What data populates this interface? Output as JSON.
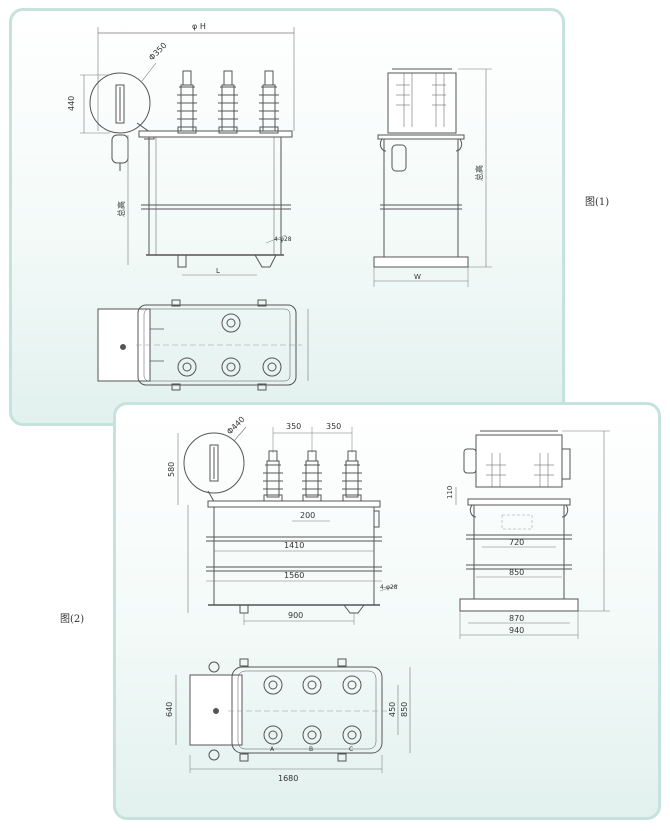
{
  "figure_labels": {
    "fig1": "图(1)",
    "fig2": "图(2)"
  },
  "fig1_dims": {
    "width_top": "φ H",
    "conservator_dia": "Φ350",
    "conservator_height": "440",
    "height_left": "总高",
    "wheel": "4-φ28",
    "front_base": "L",
    "side_height": "总高",
    "side_base": "W"
  },
  "fig2_dims": {
    "conservator_dia": "Φ440",
    "bushing_gap_1": "350",
    "bushing_gap_2": "350",
    "conservator_height": "580",
    "inner_gap": "200",
    "tank_width": "1410",
    "total_width": "1560",
    "wheel": "4-φ28",
    "wheel_base": "900",
    "side_top": "110",
    "side_720": "720",
    "side_850": "850",
    "side_870": "870",
    "side_940": "940",
    "plan_640": "640",
    "plan_450": "450",
    "plan_850": "850",
    "plan_1680": "1680",
    "phase_a": "A",
    "phase_b": "B",
    "phase_c": "C"
  },
  "colors": {
    "panel_border": "#c5e2dc",
    "line": "#555555",
    "dim_line": "#777777"
  }
}
